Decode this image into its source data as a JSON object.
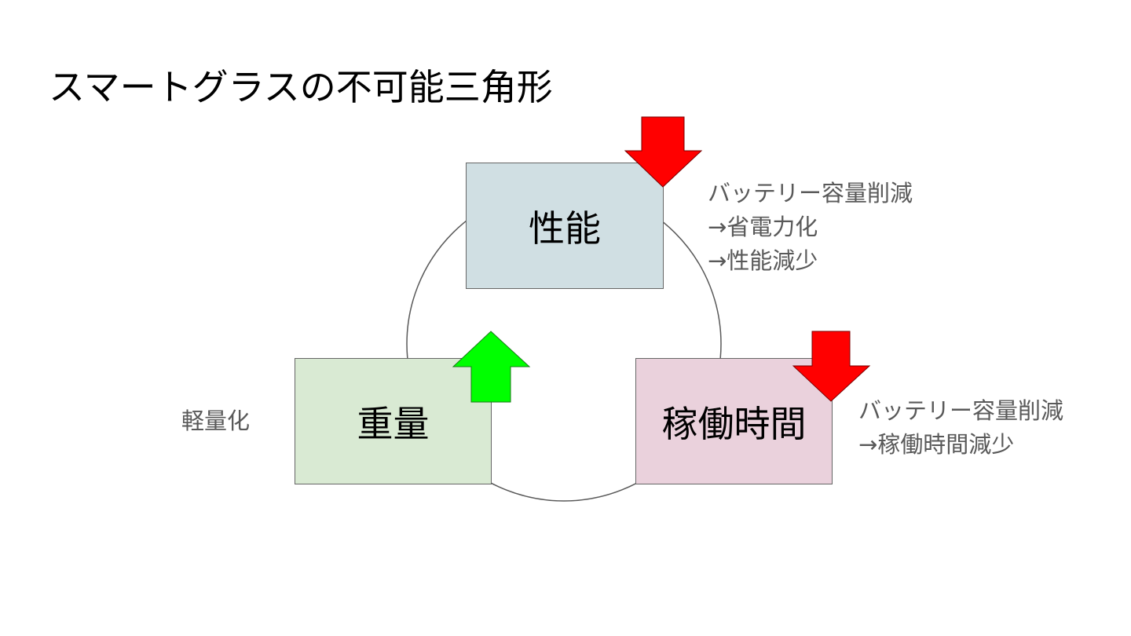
{
  "title": "スマートグラスの不可能三角形",
  "nodes": {
    "performance": "性能",
    "weight": "重量",
    "runtime": "稼働時間"
  },
  "notes": {
    "performance": [
      "バッテリー容量削減",
      "→省電力化",
      "→性能減少"
    ],
    "runtime": [
      "バッテリー容量削減",
      "→稼働時間減少"
    ],
    "weight": "軽量化"
  },
  "colors": {
    "performance_fill": "#d0dfe3",
    "weight_fill": "#d9ead3",
    "runtime_fill": "#ead1dc",
    "down_arrow": "#ff0000",
    "up_arrow": "#00ff00",
    "cycle_line": "#595959"
  },
  "arrows": {
    "performance": "down",
    "weight": "up",
    "runtime": "down"
  }
}
